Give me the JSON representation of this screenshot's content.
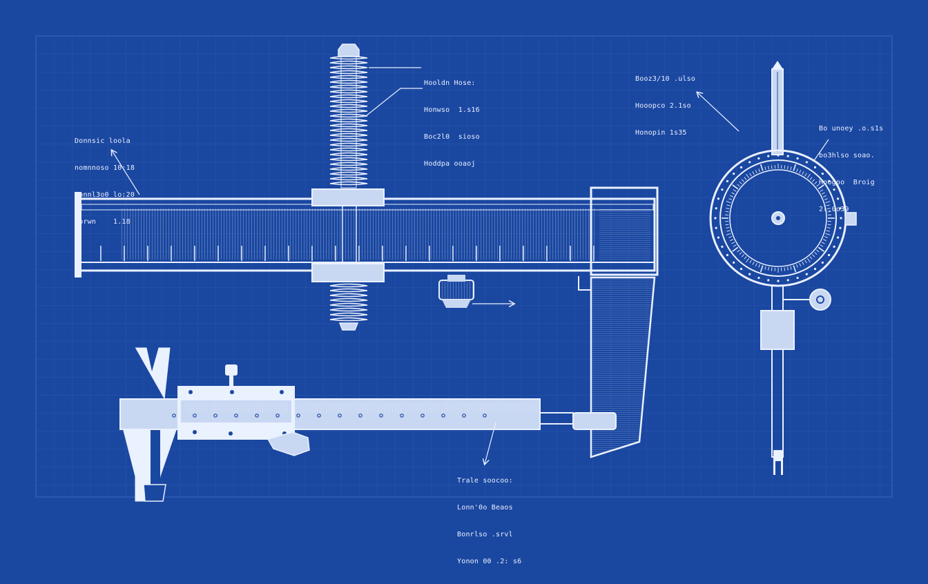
{
  "colors": {
    "background": "#1a47a0",
    "grid": "#3a68c0",
    "line": "#eaf1ff",
    "fill_light": "#c9d8f2"
  },
  "callouts": {
    "top_left": [
      "Donnsic loola",
      "nomnnoso 10:18",
      "Bonnl3o0 lo:20",
      "Borwn    1.18"
    ],
    "top_center": [
      "Hooldn Hose:",
      "Honwso  1.s16",
      "Boc2l0  sioso",
      "Hoddpa ooaoj"
    ],
    "top_right": [
      "Booz3/10 .ulso",
      "Hooopco 2.1so",
      "Honopin 1s35"
    ],
    "right_mid": [
      "Bo unoey .o.s1s",
      "bo3hlso soao.",
      "Hoogoo  Broig",
      "2l.0o39"
    ],
    "bottom_center": [
      "Trale soocoo:",
      "Lonn'0o Beaos",
      "Bonrlso .srvl",
      "Yonon 00 .2: s6"
    ]
  },
  "icons": {
    "screw_rod": "threaded-rod-icon",
    "main_ruler": "steel-rule-icon",
    "vernier": "vernier-caliper-icon",
    "dial_gauge": "dial-indicator-icon"
  }
}
